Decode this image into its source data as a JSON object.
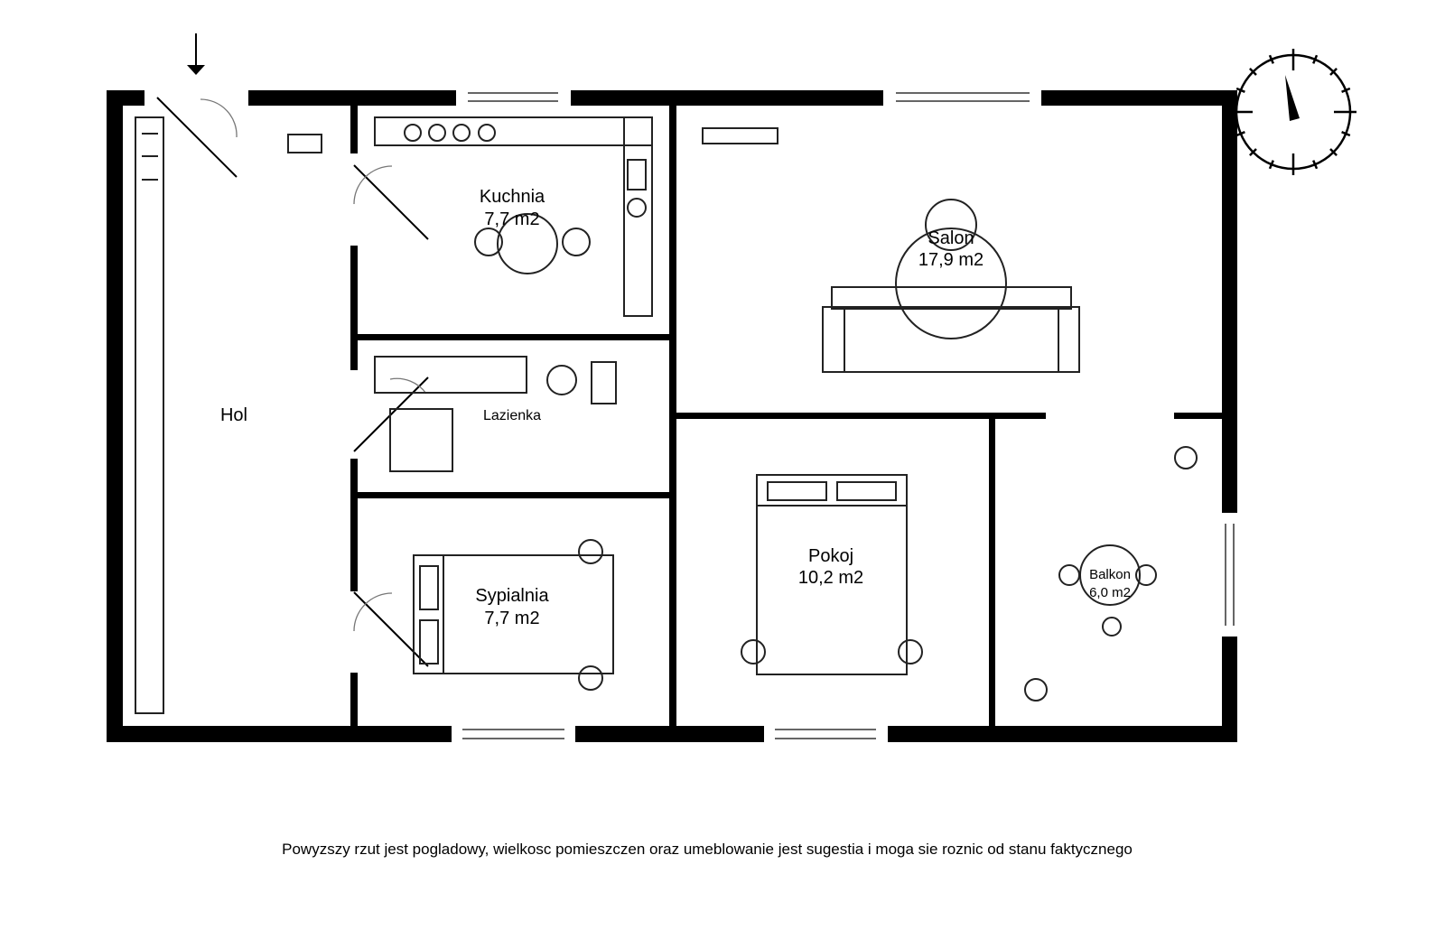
{
  "rooms": {
    "hol": {
      "name": "Hol"
    },
    "kuchnia": {
      "name": "Kuchnia",
      "area": "7,7 m2"
    },
    "salon": {
      "name": "Salon",
      "area": "17,9 m2"
    },
    "lazienka": {
      "name": "Lazienka"
    },
    "sypialnia": {
      "name": "Sypialnia",
      "area": "7,7 m2"
    },
    "pokoj": {
      "name": "Pokoj",
      "area": "10,2 m2"
    },
    "balkon": {
      "name": "Balkon",
      "area": "6,0 m2"
    }
  },
  "disclaimer": "Powyzszy rzut jest pogladowy, wielkosc pomieszczen oraz umeblowanie jest sugestia i moga sie roznic od stanu faktycznego",
  "colors": {
    "wall": "#000000",
    "furniture": "#222222",
    "window": "#666666"
  }
}
